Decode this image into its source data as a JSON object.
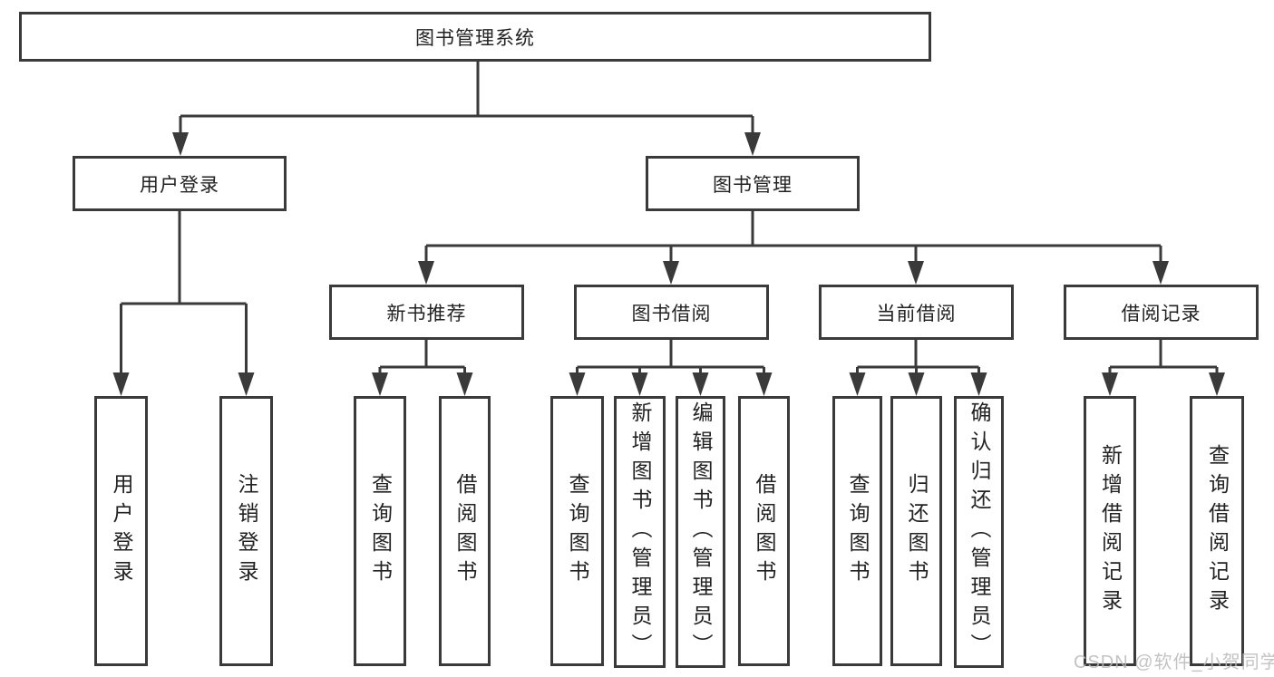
{
  "tree": {
    "root": {
      "label": "图书管理系统"
    },
    "branches": [
      {
        "label": "用户登录",
        "children": [
          "用户登录",
          "注销登录"
        ]
      },
      {
        "label": "图书管理",
        "sections": [
          {
            "label": "新书推荐",
            "children": [
              "查询图书",
              "借阅图书"
            ]
          },
          {
            "label": "图书借阅",
            "children": [
              "查询图书",
              "新增图书（管理员）",
              "编辑图书（管理员）",
              "借阅图书"
            ]
          },
          {
            "label": "当前借阅",
            "children": [
              "查询图书",
              "归还图书",
              "确认归还（管理员）"
            ]
          },
          {
            "label": "借阅记录",
            "children": [
              "新增借阅记录",
              "查询借阅记录"
            ]
          }
        ]
      }
    ]
  },
  "watermark": {
    "text": "CSDN @软件_小贺同学"
  },
  "colors": {
    "line": "#3a3a3a",
    "box_border": "#3a3a3a",
    "text": "#222222",
    "background": "#ffffff",
    "watermark": "#b9b9b9"
  }
}
